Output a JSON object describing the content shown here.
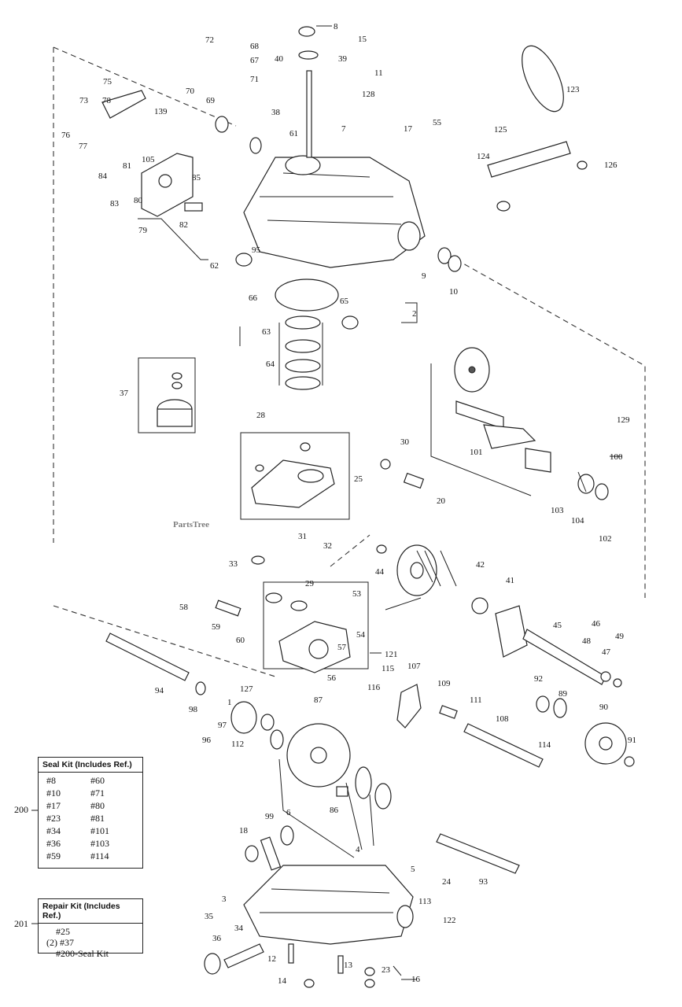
{
  "watermark": "PartsTree",
  "callouts": [
    "8",
    "15",
    "39",
    "40",
    "72",
    "68",
    "67",
    "71",
    "70",
    "69",
    "11",
    "128",
    "55",
    "17",
    "7",
    "123",
    "125",
    "124",
    "126",
    "38",
    "61",
    "75",
    "78",
    "73",
    "76",
    "77",
    "84",
    "81",
    "105",
    "139",
    "85",
    "83",
    "80",
    "79",
    "82",
    "62",
    "95",
    "66",
    "65",
    "63",
    "64",
    "2",
    "9",
    "10",
    "37",
    "129",
    "100",
    "101",
    "103",
    "104",
    "102",
    "28",
    "25",
    "30",
    "20",
    "31",
    "32",
    "33",
    "29",
    "53",
    "54",
    "121",
    "57",
    "56",
    "58",
    "59",
    "60",
    "44",
    "42",
    "41",
    "45",
    "46",
    "47",
    "48",
    "49",
    "94",
    "98",
    "97",
    "96",
    "112",
    "127",
    "87",
    "115",
    "107",
    "116",
    "109",
    "111",
    "108",
    "114",
    "92",
    "89",
    "90",
    "91",
    "86",
    "99",
    "6",
    "18",
    "4",
    "3",
    "5",
    "24",
    "113",
    "122",
    "35",
    "36",
    "34",
    "12",
    "14",
    "13",
    "23",
    "16",
    "93",
    "1"
  ],
  "seal_kit": {
    "ref": "200",
    "title": "Seal Kit (Includes Ref.)",
    "items": [
      "#8",
      "#60",
      "#10",
      "#71",
      "#17",
      "#80",
      "#23",
      "#81",
      "#34",
      "#101",
      "#36",
      "#103",
      "#59",
      "#114"
    ]
  },
  "repair_kit": {
    "ref": "201",
    "title": "Repair Kit (Includes Ref.)",
    "lines": [
      "#25",
      "(2) #37",
      "#200-Seal Kit"
    ]
  }
}
